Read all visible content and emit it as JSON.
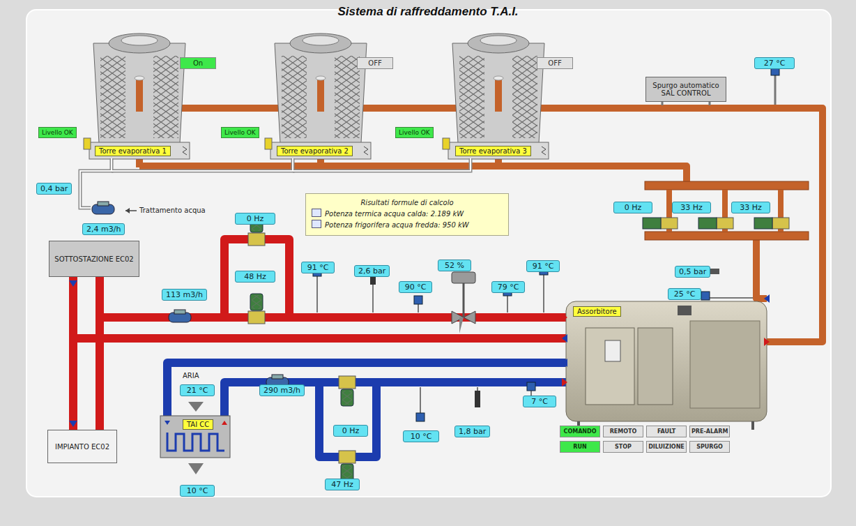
{
  "diagram": {
    "title": "Sistema di raffreddamento T.A.I.",
    "nodes": [
      {
        "text": [
          "On"
        ]
      },
      {
        "text": [
          "OFF"
        ]
      },
      {
        "text": [
          "OFF"
        ]
      },
      {
        "text": [
          "Spurgo automatico SAL CONTROL"
        ]
      },
      {
        "text": [
          "27 °C"
        ]
      },
      {
        "text": [
          "Livello OK"
        ]
      },
      {
        "text": [
          "Torre evaporativa 1"
        ]
      },
      {
        "text": [
          "Livello OK"
        ]
      },
      {
        "text": [
          "Torre evaporativa 2"
        ]
      },
      {
        "text": [
          "Livello OK"
        ]
      },
      {
        "text": [
          "Torre evaporativa 3"
        ]
      },
      {
        "text": [
          "0,4 bar"
        ]
      },
      {
        "text": [
          "2,4 m3/h"
        ]
      },
      {
        "text": [
          "Risultati formule di calcolo",
          "Potenza termica acqua calda: 2.189 kW",
          "Potenza frigorifera acqua fredda: 950 kW"
        ]
      },
      {
        "text": [
          "0 Hz"
        ]
      },
      {
        "text": [
          "33 Hz"
        ]
      },
      {
        "text": [
          "33 Hz"
        ]
      },
      {
        "text": [
          "0 Hz"
        ]
      },
      {
        "text": [
          "SOTTOSTAZIONE EC02"
        ]
      },
      {
        "text": [
          "48 Hz"
        ]
      },
      {
        "text": [
          "91 °C"
        ]
      },
      {
        "text": [
          "2,6 bar"
        ]
      },
      {
        "text": [
          "52 %"
        ]
      },
      {
        "text": [
          "91 °C"
        ]
      },
      {
        "text": [
          "90 °C"
        ]
      },
      {
        "text": [
          "79 °C"
        ]
      },
      {
        "text": [
          "0,5 bar"
        ]
      },
      {
        "text": [
          "113 m3/h"
        ]
      },
      {
        "text": [
          "25 °C"
        ]
      },
      {
        "text": [
          "Assorbitore"
        ]
      },
      {
        "text": [
          "21 °C"
        ]
      },
      {
        "text": [
          "290 m3/h"
        ]
      },
      {
        "text": [
          "TAI CC"
        ]
      },
      {
        "text": [
          "0 Hz"
        ]
      },
      {
        "text": [
          "10 °C"
        ]
      },
      {
        "text": [
          "1,8 bar"
        ]
      },
      {
        "text": [
          "7 °C"
        ]
      },
      {
        "text": [
          "COMANDO"
        ]
      },
      {
        "text": [
          "REMOTO"
        ]
      },
      {
        "text": [
          "FAULT"
        ]
      },
      {
        "text": [
          "PRE-ALARM"
        ]
      },
      {
        "text": [
          "RUN"
        ]
      },
      {
        "text": [
          "STOP"
        ]
      },
      {
        "text": [
          "DILUIZIONE"
        ]
      },
      {
        "text": [
          "SPURGO"
        ]
      },
      {
        "text": [
          "IMPIANTO EC02"
        ]
      },
      {
        "text": [
          "10 °C"
        ]
      },
      {
        "text": [
          "47 Hz"
        ]
      }
    ],
    "edges": [
      {
        "from": 18,
        "to": 45,
        "arrow": "to"
      },
      {
        "from": 45,
        "to": 18,
        "arrow": "to"
      }
    ],
    "labels": [
      "Trattamento acqua",
      "ARIA"
    ]
  }
}
